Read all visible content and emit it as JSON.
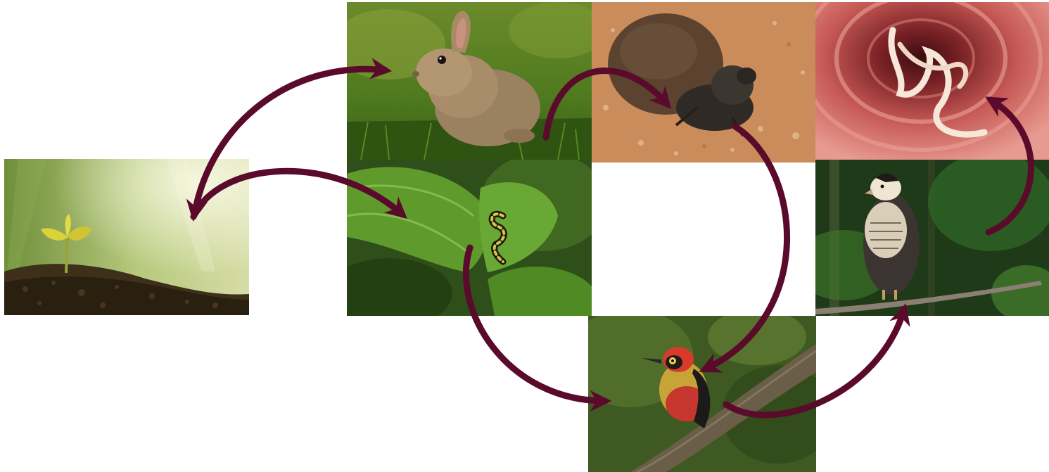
{
  "diagram": {
    "type": "food-web",
    "arrow_color": "#5a0a2a",
    "nodes": [
      {
        "id": "seedling",
        "icon": "seedling-photo"
      },
      {
        "id": "rabbit",
        "icon": "rabbit-photo"
      },
      {
        "id": "caterpillar",
        "icon": "caterpillar-photo"
      },
      {
        "id": "dung-beetle",
        "icon": "dung-beetle-photo"
      },
      {
        "id": "tapeworm",
        "icon": "tapeworm-in-intestine-photo"
      },
      {
        "id": "caracara",
        "icon": "caracara-bird-photo"
      },
      {
        "id": "woodpecker",
        "icon": "woodpecker-photo"
      }
    ],
    "edges": [
      {
        "from": "seedling",
        "to": "rabbit"
      },
      {
        "from": "seedling",
        "to": "caterpillar"
      },
      {
        "from": "rabbit",
        "to": "dung-beetle"
      },
      {
        "from": "dung-beetle",
        "to": "woodpecker"
      },
      {
        "from": "caterpillar",
        "to": "woodpecker"
      },
      {
        "from": "woodpecker",
        "to": "caracara"
      },
      {
        "from": "caracara",
        "to": "tapeworm"
      }
    ]
  }
}
